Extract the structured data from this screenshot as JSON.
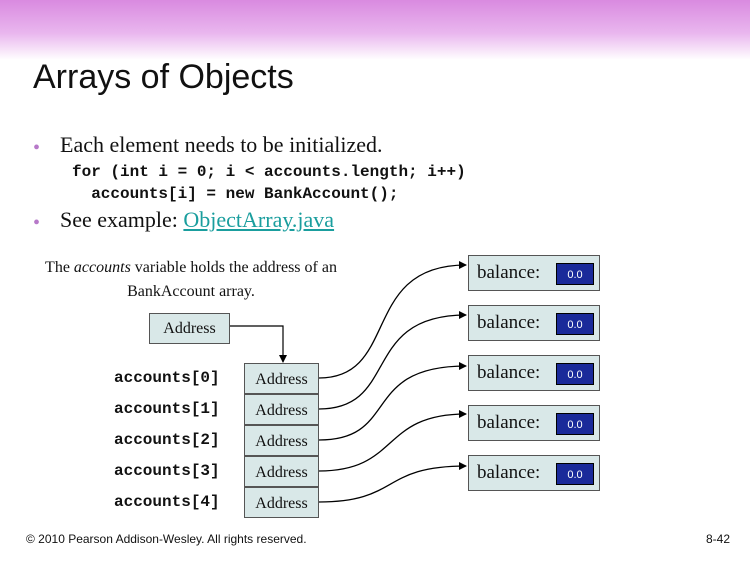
{
  "slide": {
    "title": "Arrays of Objects",
    "bullets": [
      {
        "text": "Each element needs to be initialized."
      },
      {
        "prefix": "See example: ",
        "link": "ObjectArray.java"
      }
    ],
    "code": [
      "for (int i = 0; i < accounts.length; i++)",
      "  accounts[i] = new BankAccount();"
    ],
    "caption": {
      "part1": "The ",
      "italic": "accounts",
      "part2": " variable holds the address of an BankAccount array."
    },
    "address_var": "Address",
    "array": [
      {
        "label": "accounts[0]",
        "cell": "Address"
      },
      {
        "label": "accounts[1]",
        "cell": "Address"
      },
      {
        "label": "accounts[2]",
        "cell": "Address"
      },
      {
        "label": "accounts[3]",
        "cell": "Address"
      },
      {
        "label": "accounts[4]",
        "cell": "Address"
      }
    ],
    "objects": [
      {
        "label": "balance:",
        "value": "0.0"
      },
      {
        "label": "balance:",
        "value": "0.0"
      },
      {
        "label": "balance:",
        "value": "0.0"
      },
      {
        "label": "balance:",
        "value": "0.0"
      },
      {
        "label": "balance:",
        "value": "0.0"
      }
    ],
    "footer_left": "© 2010 Pearson Addison-Wesley. All rights reserved.",
    "footer_right": "8-42",
    "colors": {
      "accent_band": "#d98ae0",
      "bullet": "#b779c9",
      "link": "#1a9e9e",
      "box_fill": "#d9e8e8",
      "value_fill": "#1a2a9a"
    }
  }
}
